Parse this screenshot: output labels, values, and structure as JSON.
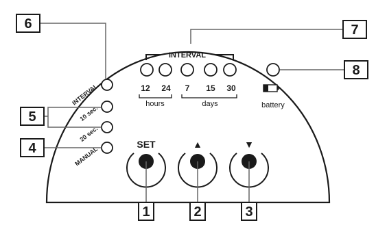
{
  "panel": {
    "interval_header": "INTERVAL",
    "hours_values": [
      "12",
      "24"
    ],
    "hours_label": "hours",
    "days_values": [
      "7",
      "15",
      "30"
    ],
    "days_label": "days",
    "battery_label": "battery",
    "mode_labels": [
      "INTERVAL",
      "10 sec.",
      "20 sec.",
      "MANUAL"
    ],
    "set_label": "SET",
    "up_symbol": "▲",
    "down_symbol": "▼"
  },
  "callouts": [
    "1",
    "2",
    "3",
    "4",
    "5",
    "6",
    "7",
    "8"
  ]
}
